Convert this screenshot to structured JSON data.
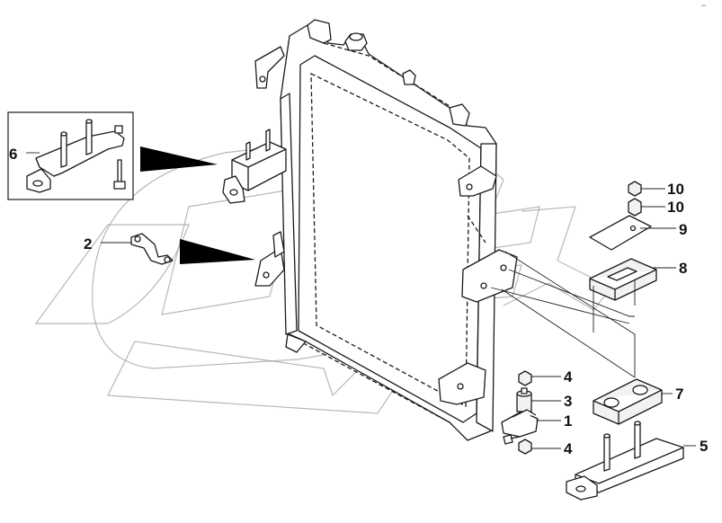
{
  "corner_mark": "ᵞᴵᴬ",
  "callouts": {
    "c1": "1",
    "c2": "2",
    "c3": "3",
    "c4a": "4",
    "c4b": "4",
    "c5": "5",
    "c6": "6",
    "c7": "7",
    "c8": "8",
    "c9": "9",
    "c10a": "10",
    "c10b": "10"
  },
  "watermark_text": "OPEX",
  "colors": {
    "line": "#1a1a1a",
    "arrow": "#000000",
    "watermark": "#9a9a9a"
  }
}
